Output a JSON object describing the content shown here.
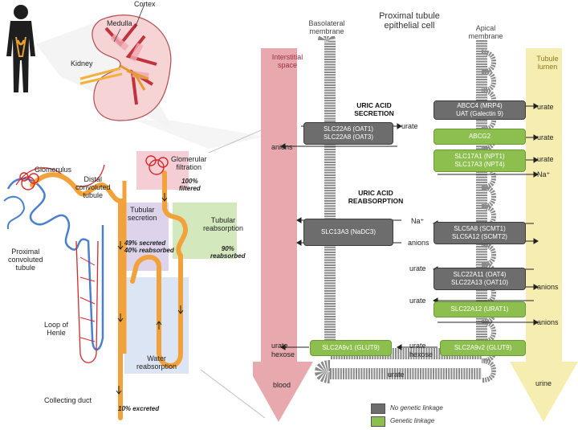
{
  "left": {
    "labels": {
      "cortex": "Cortex",
      "medulla": "Medulla",
      "kidney": "Kidney",
      "glomerulus": "Glomerulus",
      "dct": "Distal\nconvoluted\ntubule",
      "pct": "Proximal\nconvoluted\ntubule",
      "loop": "Loop of\nHenle",
      "collecting": "Collecting duct",
      "glom_filt": "Glomerular\nfiltration",
      "tub_sec": "Tubular\nsecretion",
      "tub_reab": "Tubular\nreabsorption",
      "water": "Water\nreabsorption"
    },
    "percent": {
      "filtered": "100%\nfiltered",
      "secreted": "49% secreted\n40% reabsorbed",
      "reabsorbed": "90%\nreabsorbed",
      "excreted": "10% excreted"
    }
  },
  "right": {
    "title": "Proximal tubule\nepithelial cell",
    "basolateral": "Basolateral\nmembrane",
    "apical": "Apical\nmembrane",
    "interstitial": "Interstitial\nspace",
    "lumen": "Tubule\nlumen",
    "secretion": "URIC ACID\nSECRETION",
    "reabsorption": "URIC ACID\nREABSORPTION",
    "blood": "blood",
    "urine": "urine",
    "bottom_urate": "urate",
    "transporters": {
      "abcc4": "ABCC4 (MRP4)\nUAT (Galectin 9)",
      "oat1": "SLC22A6 (OAT1)\nSLC22A8 (OAT3)",
      "abcg2": "ABCG2",
      "npt": "SLC17A1 (NPT1)\nSLC17A3 (NPT4)",
      "nadc3": "SLC13A3 (NaDC3)",
      "smct": "SLC5A8 (SCMT1)\nSLC5A12 (SCMT2)",
      "oat4": "SLC22A11 (OAT4)\nSLC22A13 (OAT10)",
      "urat1": "SLC22A12 (URAT1)",
      "glut9a": "SLC2A9v1 (GLUT9)",
      "glut9b": "SLC2A9v2 (GLUT9)"
    },
    "flows": {
      "urate": "urate",
      "anions": "anions",
      "na": "Na⁺",
      "hexose": "hexose"
    },
    "legend": {
      "grey": "No genetic linkage",
      "green": "Genetic linkage"
    }
  },
  "colors": {
    "grey": "#6d6d6d",
    "green": "#8cbf4e",
    "blood_arrow": "#e7a9ad",
    "urine_arrow": "#f6eeb0",
    "tubule": "#f2a23a"
  }
}
